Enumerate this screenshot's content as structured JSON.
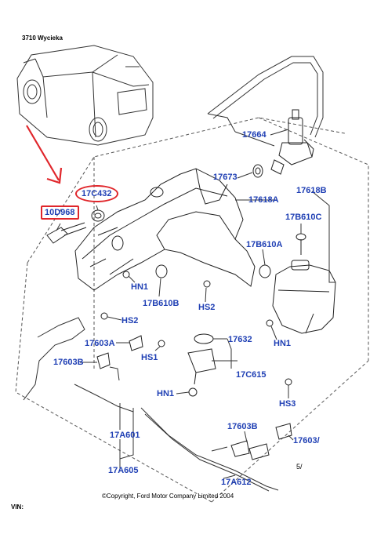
{
  "header": {
    "partial_heading": "3710 Wycieka"
  },
  "labels": {
    "c17664": "17664",
    "c17673": "17673",
    "c17618A": "17618A",
    "c17618B": "17618B",
    "c17B610C": "17B610C",
    "c17C432": "17C432",
    "c10D968": "10D968",
    "c17B610A": "17B610A",
    "hn1_a": "HN1",
    "c17B610B": "17B610B",
    "hs2_a": "HS2",
    "hs2_b": "HS2",
    "c17603A": "17603A",
    "hs1": "HS1",
    "c17632": "17632",
    "hn1_b": "HN1",
    "c17603B_a": "17603B",
    "c17C615": "17C615",
    "hn1_c": "HN1",
    "hs3": "HS3",
    "c17603B_b": "17603B",
    "c17603_cut": "17603/",
    "c17A601": "17A601",
    "c17A605": "17A605",
    "c17A612": "17A612",
    "page_mark": "5/"
  },
  "footer": {
    "copyright": "©Copyright, Ford Motor Company Limited 2004",
    "vin": "VIN:"
  },
  "colors": {
    "callout": "#1f3fb4",
    "highlight": "#e0262b",
    "line": "#222222"
  }
}
